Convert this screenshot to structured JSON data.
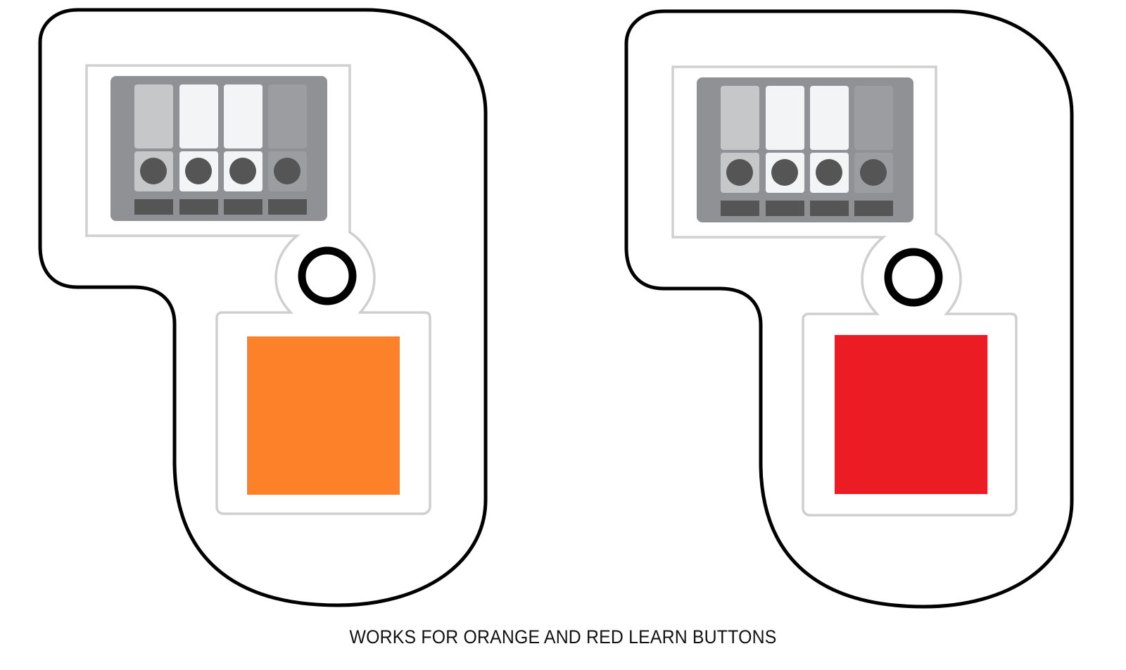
{
  "caption": "WORKS FOR ORANGE AND RED LEARN BUTTONS",
  "colors": {
    "outline": "#000000",
    "cut_guide": "#cfcfcf",
    "panel_bg": "#8f9194",
    "slot_light": "#c6c7c9",
    "slot_white": "#f3f4f6",
    "slot_dark": "#9b9da0",
    "dot": "#555555",
    "bar": "#555555",
    "orange": "#fd8128",
    "red": "#ec1c24"
  },
  "templates": [
    {
      "id": "left",
      "button_color_name": "orange",
      "button_color": "#fd8128",
      "slots": [
        "light",
        "white",
        "white",
        "dark"
      ]
    },
    {
      "id": "right",
      "button_color_name": "red",
      "button_color": "#ec1c24",
      "slots": [
        "light",
        "white",
        "white",
        "dark"
      ]
    }
  ]
}
